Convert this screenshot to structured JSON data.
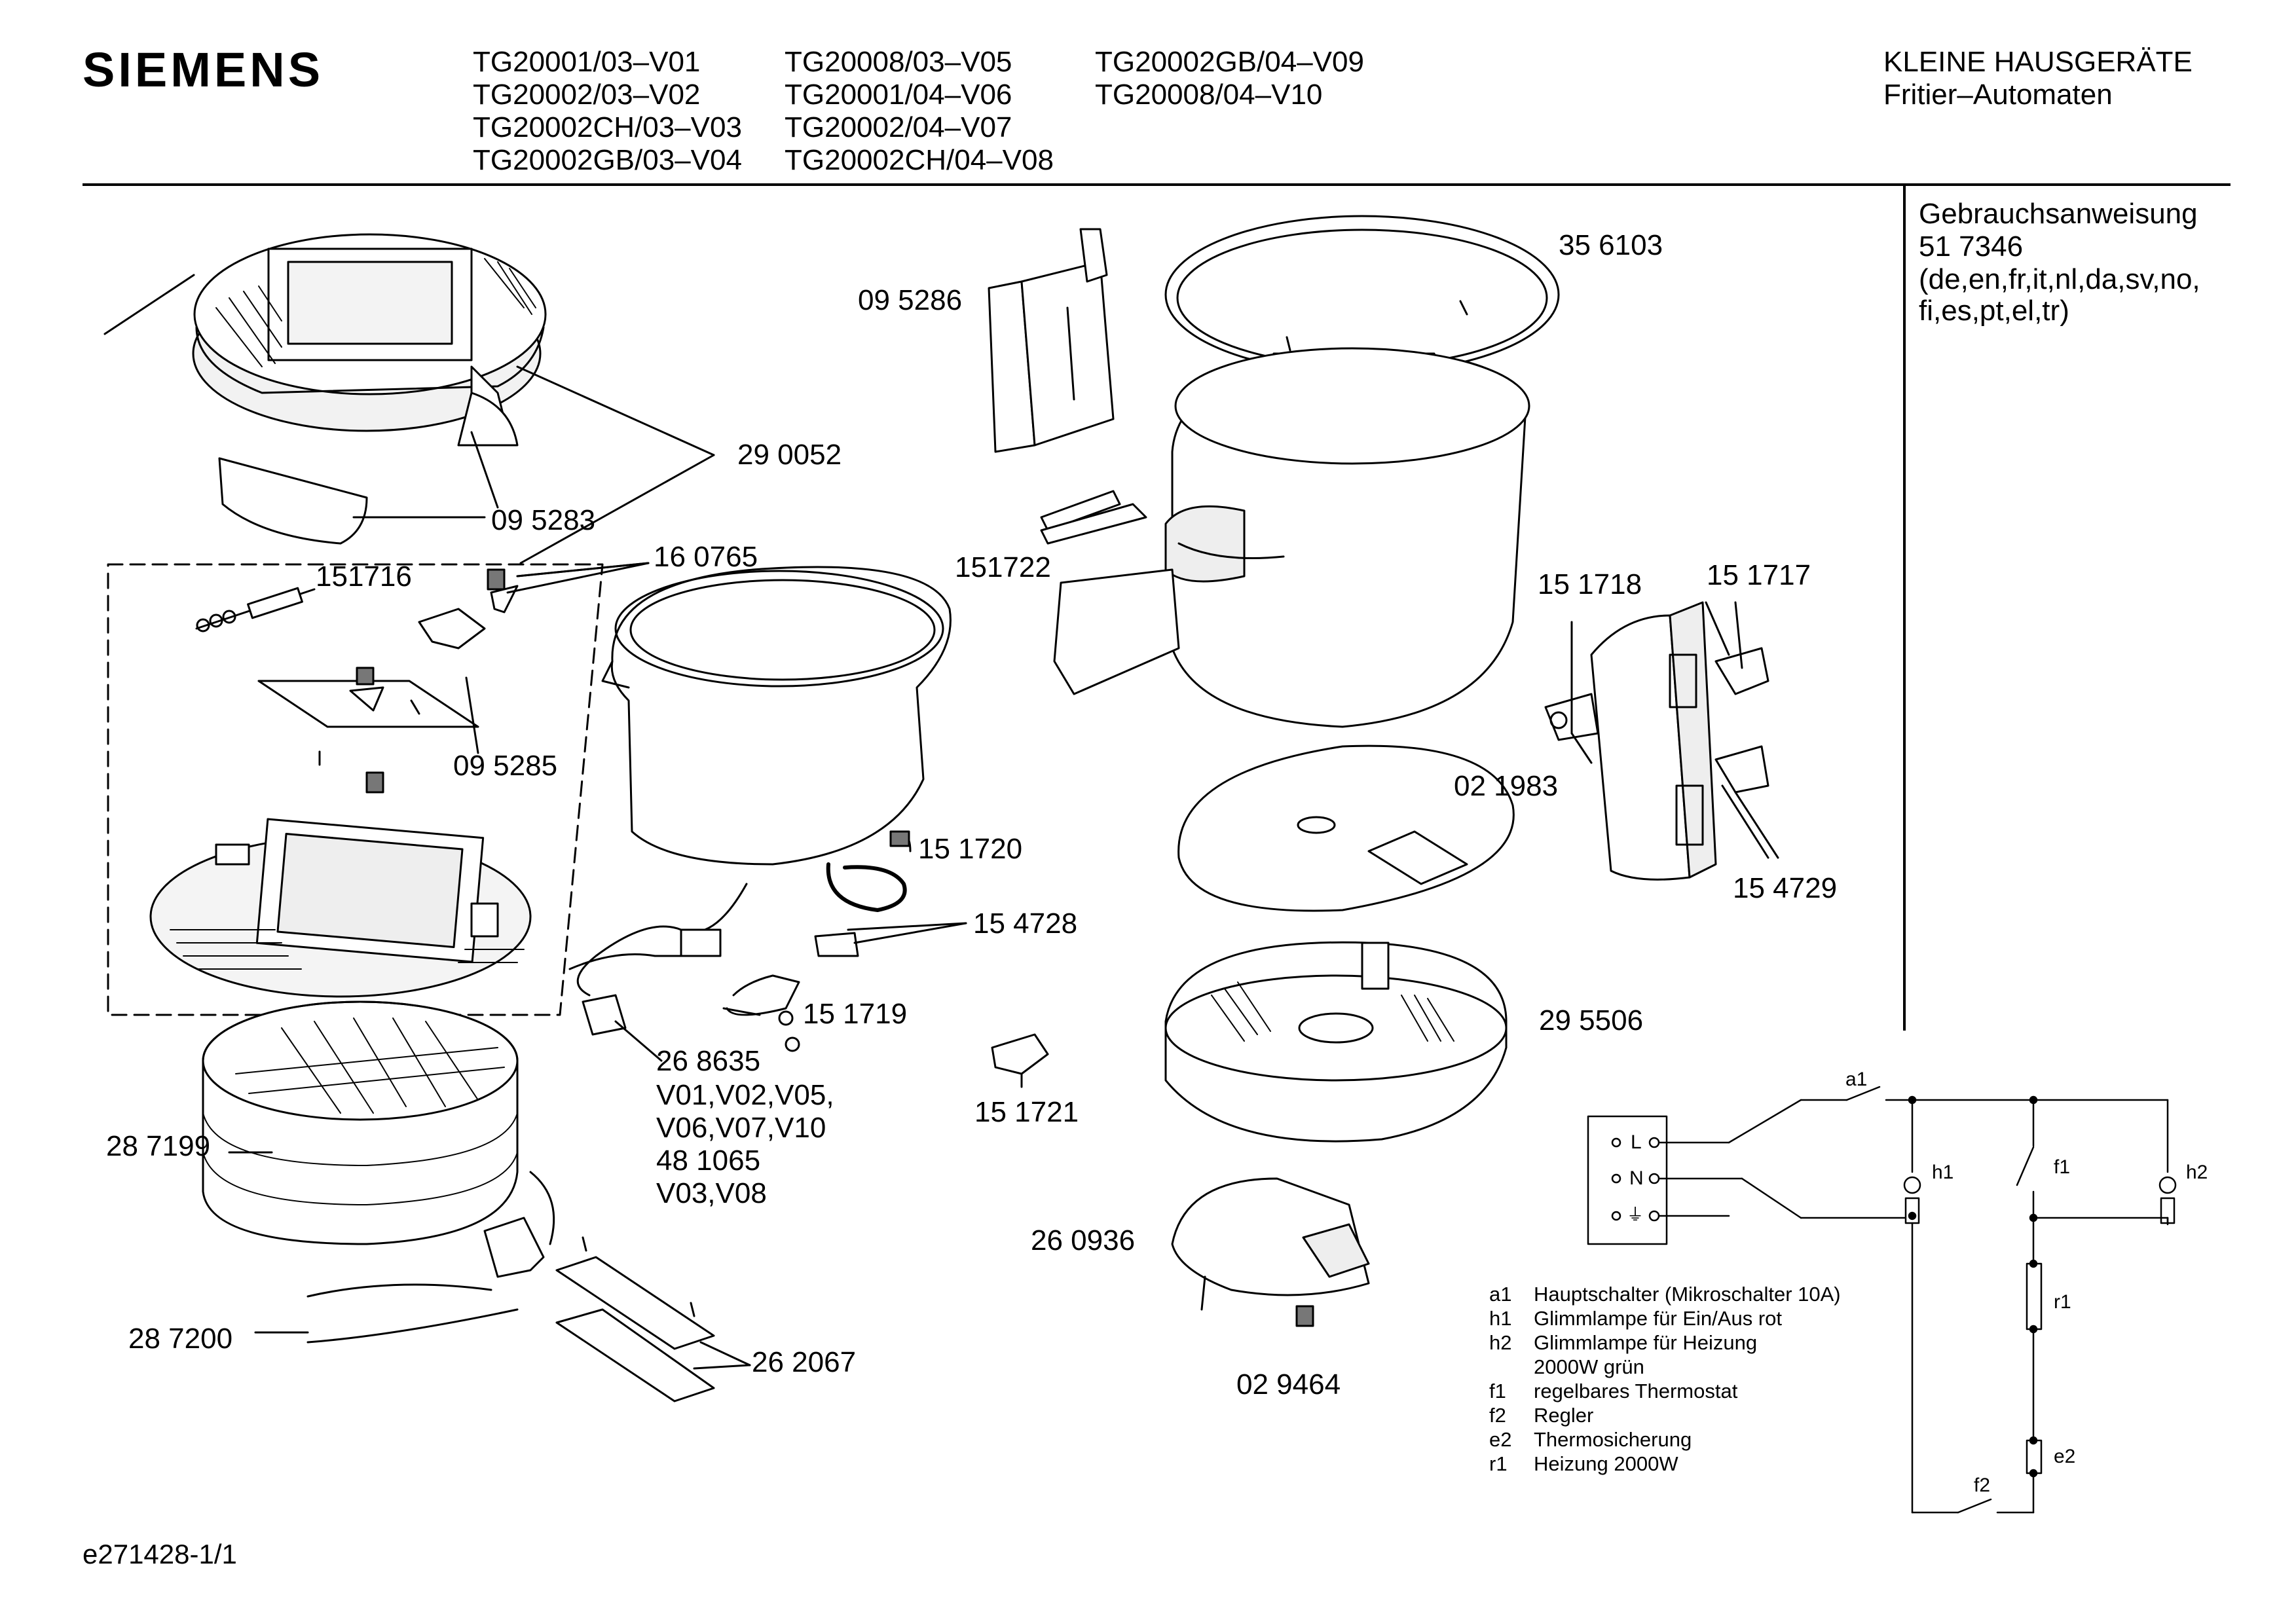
{
  "brand": "SIEMENS",
  "models": {
    "col1": [
      "TG20001/03–V01",
      "TG20002/03–V02",
      "TG20002CH/03–V03",
      "TG20002GB/03–V04"
    ],
    "col2": [
      "TG20008/03–V05",
      "TG20001/04–V06",
      "TG20002/04–V07",
      "TG20002CH/04–V08"
    ],
    "col3": [
      "TG20002GB/04–V09",
      "TG20008/04–V10"
    ]
  },
  "category": {
    "line1": "KLEINE HAUSGERÄTE",
    "line2": "Fritier–Automaten"
  },
  "manual": {
    "title": "Gebrauchsanweisung",
    "number": "51 7346",
    "langs1": "(de,en,fr,it,nl,da,sv,no,",
    "langs2": "fi,es,pt,el,tr)"
  },
  "parts": {
    "p290052": "29 0052",
    "p095283": "09 5283",
    "p160765": "16 0765",
    "p151716": "151716",
    "p095285": "09 5285",
    "p095286": "09 5286",
    "p151722": "151722",
    "p356103": "35 6103",
    "p151718": "15 1718",
    "p151717": "15 1717",
    "p021983": "02 1983",
    "p154729": "15 4729",
    "p151720": "15 1720",
    "p154728": "15 4728",
    "p151719": "15 1719",
    "p268635": "26 8635",
    "v1": "V01,V02,V05,",
    "v2": "V06,V07,V10",
    "p481065": "48 1065",
    "v3": "V03,V08",
    "p151721": "15 1721",
    "p295506": "29 5506",
    "p287199": "28 7199",
    "p287200": "28 7200",
    "p262067": "26 2067",
    "p260936": "26 0936",
    "p029464": "02 9464"
  },
  "schematic": {
    "a1": "a1",
    "h1": "h1",
    "h2": "h2",
    "f1": "f1",
    "r1": "r1",
    "e2": "e2",
    "f2": "f2",
    "L": "L",
    "N": "N"
  },
  "legend": [
    {
      "code": "a1",
      "text": "Hauptschalter (Mikroschalter 10A)"
    },
    {
      "code": "h1",
      "text": "Glimmlampe für Ein/Aus rot"
    },
    {
      "code": "h2",
      "text": "Glimmlampe für Heizung"
    },
    {
      "code": "",
      "text": "2000W grün"
    },
    {
      "code": "f1",
      "text": "regelbares Thermostat"
    },
    {
      "code": "f2",
      "text": "Regler"
    },
    {
      "code": "e2",
      "text": "Thermosicherung"
    },
    {
      "code": "r1",
      "text": "Heizung 2000W"
    }
  ],
  "footer": "e271428-1/1",
  "colors": {
    "ink": "#000000",
    "paper": "#ffffff"
  }
}
